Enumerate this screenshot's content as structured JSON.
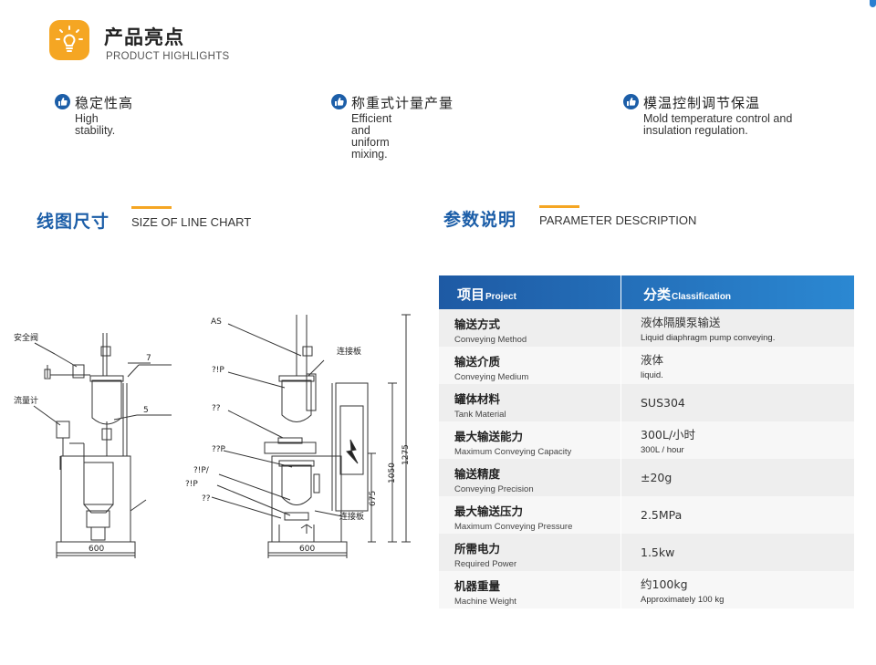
{
  "highlights": {
    "title": "产品亮点",
    "subtitle": "PRODUCT HIGHLIGHTS",
    "icon": "lightbulb-icon",
    "accent_color": "#f5a623"
  },
  "features": [
    {
      "zh": "稳定性高",
      "en": "High stability.",
      "icon": "thumbs-up-icon"
    },
    {
      "zh": "称重式计量产量",
      "en": "Efficient and uniform mixing.",
      "icon": "thumbs-up-icon"
    },
    {
      "zh": "模温控制调节保温",
      "en": "Mold temperature control and insulation regulation.",
      "icon": "thumbs-up-icon"
    }
  ],
  "sections": {
    "chart": {
      "zh": "线图尺寸",
      "en": "SIZE OF LINE CHART"
    },
    "params": {
      "zh": "参数说明",
      "en": "PARAMETER DESCRIPTION"
    }
  },
  "brand_color": "#1c5ea8",
  "drawing": {
    "left": {
      "safety_valve": "安全阀",
      "flowmeter": "流量计",
      "num7": "7",
      "num5": "5",
      "width": "600"
    },
    "right": {
      "label_as": "AS",
      "label_ip1": "?!P",
      "label_qq": "??",
      "label_ip2": "??P",
      "label_ip3": "?!P/",
      "label_ip4": "?!P",
      "label_qq2": "??",
      "connector1": "连接板",
      "connector2": "连接板",
      "width": "600",
      "h675": "675",
      "h1050": "1050",
      "h1275": "1275"
    }
  },
  "table": {
    "header": {
      "zh1": "项目",
      "en1": "Project",
      "zh2": "分类",
      "en2": "Classification"
    },
    "rows": [
      {
        "pzh": "输送方式",
        "pen": "Conveying Method",
        "vzh": "液体隔膜泵输送",
        "ven": "Liquid diaphragm pump conveying."
      },
      {
        "pzh": "输送介质",
        "pen": "Conveying Medium",
        "vzh": "液体",
        "ven": "liquid."
      },
      {
        "pzh": "罐体材料",
        "pen": "Tank Material",
        "vzh": "SUS304",
        "ven": ""
      },
      {
        "pzh": "最大输送能力",
        "pen": "Maximum Conveying Capacity",
        "vzh": "300L/小时",
        "ven": "300L / hour"
      },
      {
        "pzh": "输送精度",
        "pen": "Conveying Precision",
        "vzh": "±20g",
        "ven": ""
      },
      {
        "pzh": "最大输送压力",
        "pen": "Maximum Conveying Pressure",
        "vzh": "2.5MPa",
        "ven": ""
      },
      {
        "pzh": "所需电力",
        "pen": "Required Power",
        "vzh": "1.5kw",
        "ven": ""
      },
      {
        "pzh": "机器重量",
        "pen": "Machine Weight",
        "vzh": "约100kg",
        "ven": "Approximately 100 kg"
      }
    ]
  }
}
